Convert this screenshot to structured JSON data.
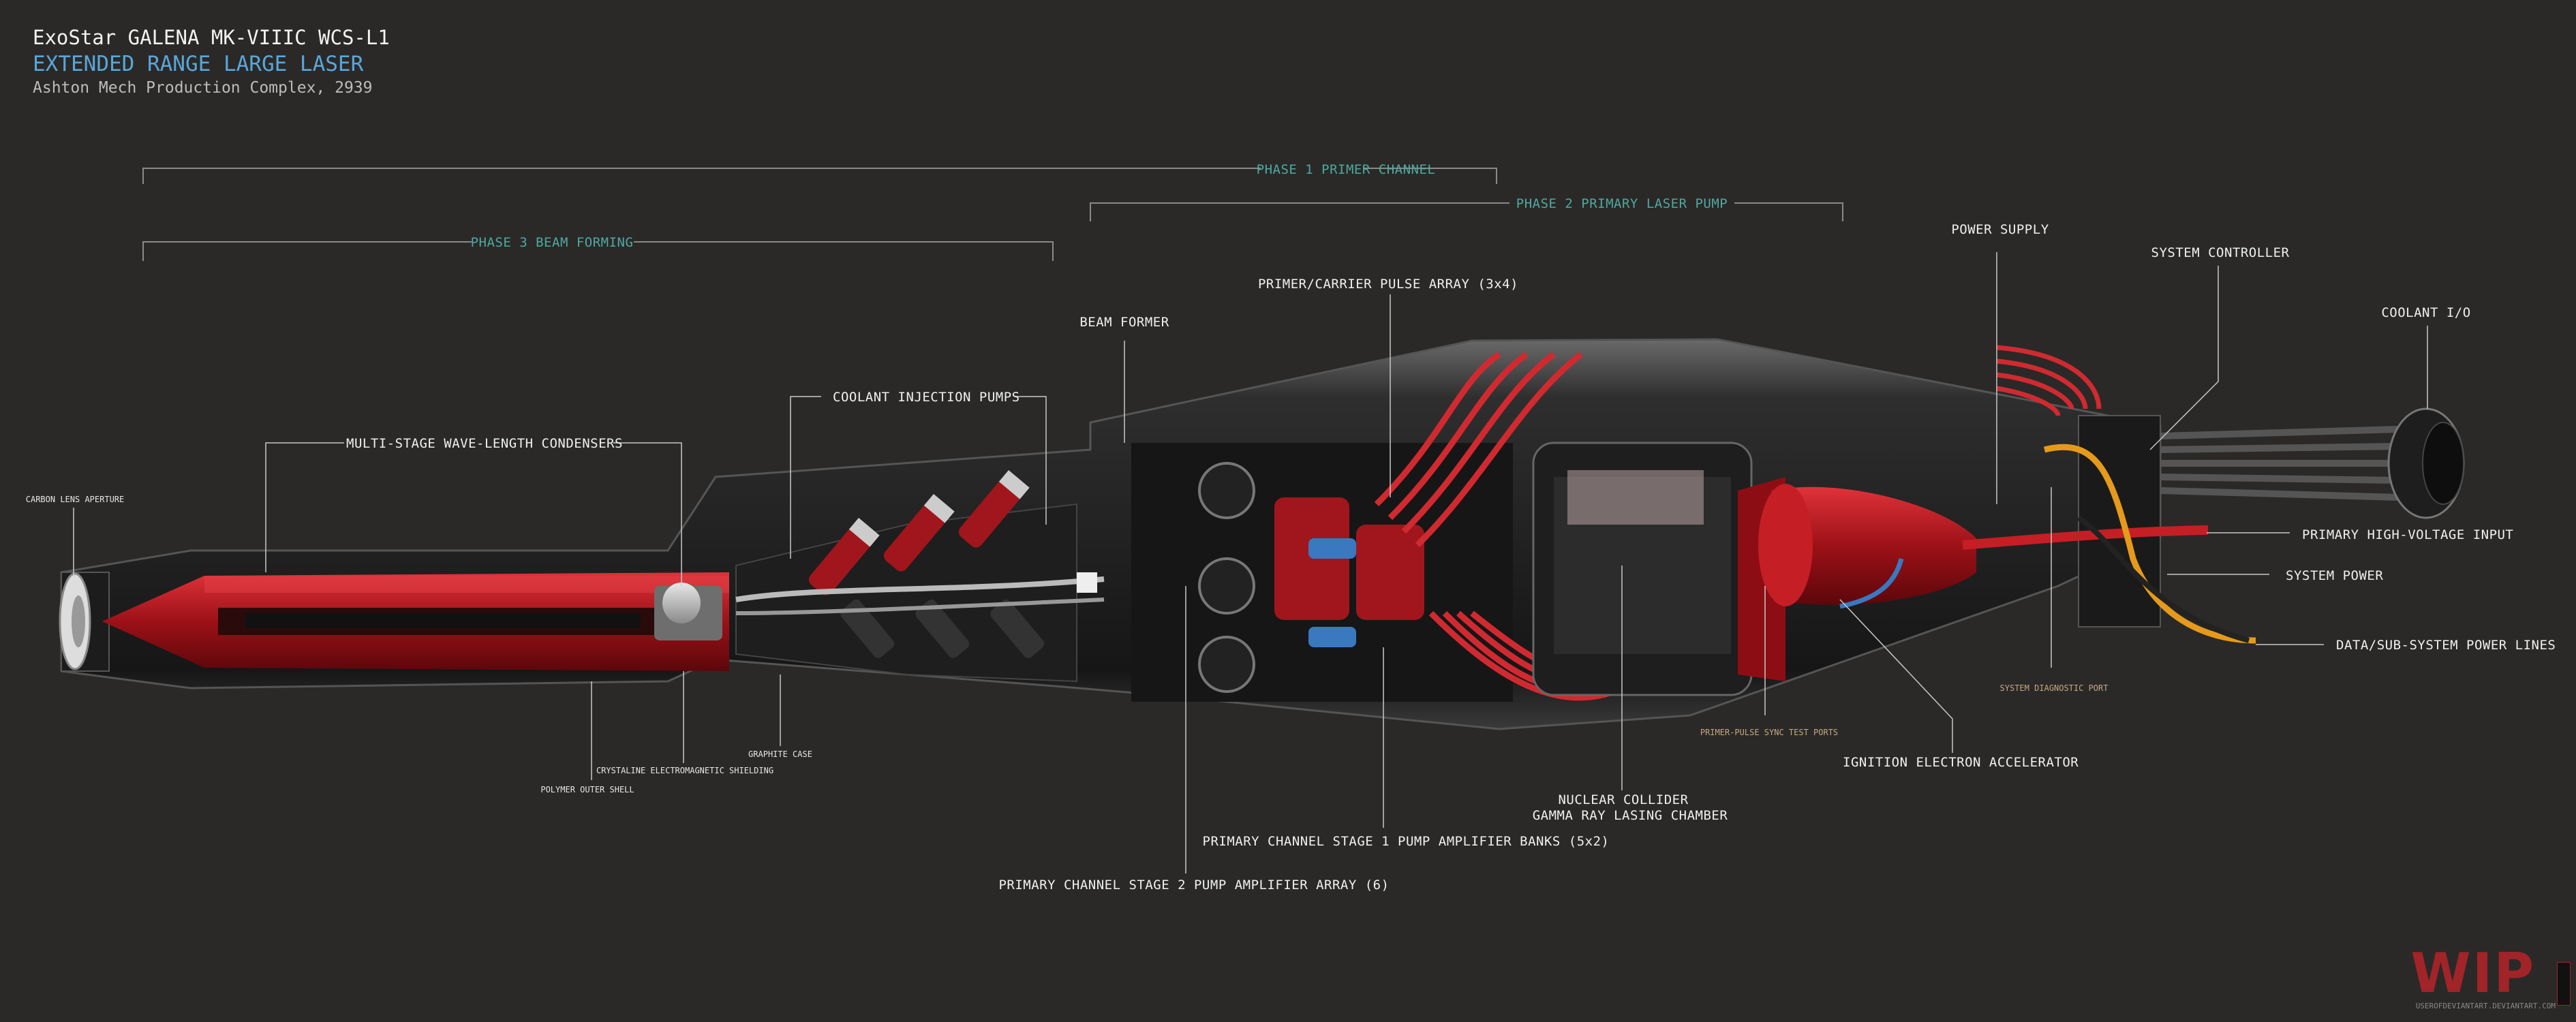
{
  "header": {
    "model": "ExoStar GALENA MK-VIIIC WCS-L1",
    "subtitle": "EXTENDED RANGE LARGE LASER",
    "origin": "Ashton Mech Production Complex, 2939"
  },
  "phases": {
    "phase1": "PHASE 1 PRIMER CHANNEL",
    "phase2": "PHASE 2 PRIMARY LASER PUMP",
    "phase3": "PHASE 3 BEAM FORMING"
  },
  "labels": {
    "carbon_lens": "CARBON LENS APERTURE",
    "condensers": "MULTI-STAGE WAVE-LENGTH CONDENSERS",
    "coolant_pumps": "COOLANT INJECTION PUMPS",
    "beam_former": "BEAM FORMER",
    "primer_array": "PRIMER/CARRIER PULSE ARRAY (3x4)",
    "power_supply": "POWER SUPPLY",
    "system_controller": "SYSTEM CONTROLLER",
    "coolant_io": "COOLANT I/O",
    "hv_input": "PRIMARY HIGH-VOLTAGE INPUT",
    "system_power": "SYSTEM POWER",
    "data_lines": "DATA/SUB-SYSTEM POWER LINES",
    "diag_port": "SYSTEM DIAGNOSTIC PORT",
    "sync_ports": "PRIMER-PULSE SYNC TEST PORTS",
    "ignition": "IGNITION ELECTRON ACCELERATOR",
    "collider_1": "NUCLEAR COLLIDER",
    "collider_2": "GAMMA RAY LASING CHAMBER",
    "stage1": "PRIMARY CHANNEL STAGE 1 PUMP AMPLIFIER BANKS (5x2)",
    "stage2": "PRIMARY CHANNEL STAGE 2 PUMP AMPLIFIER ARRAY (6)",
    "graphite": "GRAPHITE CASE",
    "crystaline": "CRYSTALINE ELECTROMAGNETIC SHIELDING",
    "polymer": "POLYMER OUTER SHELL"
  },
  "watermark": {
    "mark": "WIP",
    "credit": "USEROFDEVIANTART.DEVIANTART.COM"
  },
  "colors": {
    "background": "#2a2928",
    "phase_teal": "#4fa9a0",
    "title_blue": "#5aa6d8",
    "core_red": "#b3161c",
    "accent_orange": "#e59a1c"
  }
}
